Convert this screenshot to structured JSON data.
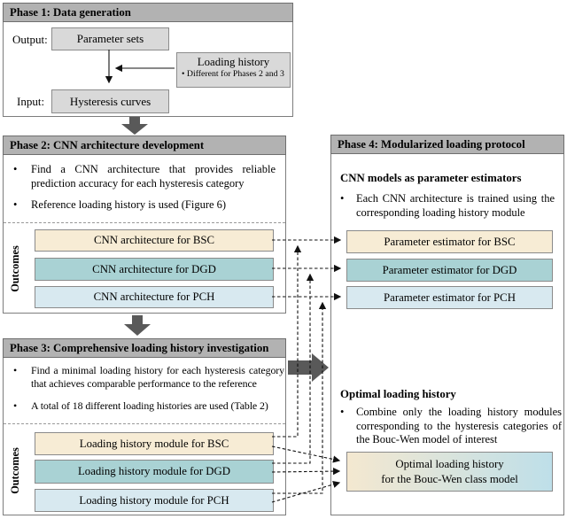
{
  "ui": {
    "bullet": "•"
  },
  "colors": {
    "bsc": "#f7ecd5",
    "dgd": "#a9d2d4",
    "pch": "#d8e9f0",
    "header_bg": "#b2b2b2",
    "gray_box": "#d9d9d9",
    "arrow": "#595959",
    "optimal_left": "#f4e8d0",
    "optimal_right": "#bedfe9"
  },
  "phase1": {
    "title": "Phase 1: Data generation",
    "output_label": "Output:",
    "input_label": "Input:",
    "parameter_sets_box": "Parameter sets",
    "hysteresis_curves_box": "Hysteresis curves",
    "loading_history_box": {
      "title": "Loading history",
      "note": "Different for Phases 2 and 3"
    }
  },
  "phase2": {
    "title": "Phase 2: CNN architecture development",
    "bullets": [
      "Find a CNN architecture that provides reliable prediction accuracy for each hysteresis category",
      "Reference loading history is used (Figure 6)"
    ],
    "outcomes_label": "Outcomes",
    "outcomes": [
      "CNN architecture for BSC",
      "CNN architecture for DGD",
      "CNN architecture for PCH"
    ]
  },
  "phase3": {
    "title": "Phase 3: Comprehensive loading history investigation",
    "bullets": [
      "Find a minimal loading history for each hysteresis category that achieves comparable performance to the reference",
      "A total of 18 different loading histories are used (Table 2)"
    ],
    "outcomes_label": "Outcomes",
    "outcomes": [
      "Loading history module for BSC",
      "Loading history module for DGD",
      "Loading history module for PCH"
    ]
  },
  "phase4": {
    "title": "Phase 4: Modularized loading protocol",
    "estimators": {
      "heading": "CNN models as parameter estimators",
      "bullet": "Each CNN architecture is trained using the corresponding loading history module",
      "boxes": [
        "Parameter estimator for BSC",
        "Parameter estimator for DGD",
        "Parameter estimator for PCH"
      ]
    },
    "optimal": {
      "heading": "Optimal loading history",
      "bullet": "Combine only the loading history modules corresponding to the hysteresis categories of the Bouc-Wen model of interest",
      "box_line1": "Optimal loading history",
      "box_line2": "for the Bouc-Wen class model"
    }
  }
}
